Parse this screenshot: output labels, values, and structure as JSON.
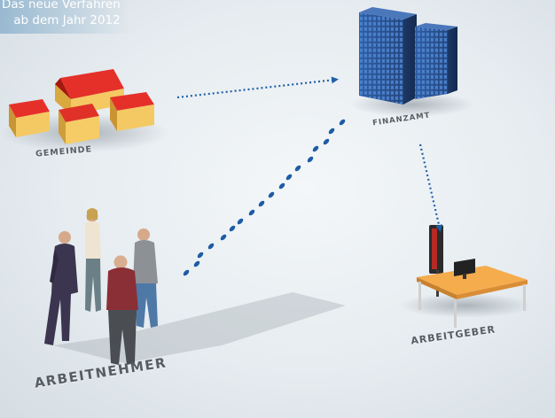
{
  "caption": {
    "line1": "Das neue Verfahren",
    "line2": "ab dem Jahr 2012"
  },
  "labels": {
    "gemeinde": "GEMEINDE",
    "finanzamt": "FINANZAMT",
    "arbeitgeber": "ARBEITGEBER",
    "arbeitnehmer": "ARBEITNEHMER"
  },
  "colors": {
    "arrow": "#1f5fa8",
    "footprints": "#1d5ba5",
    "roof": "#d9231d",
    "wall": "#f2c65a",
    "building": "#2a4f8f",
    "desk": "#f0a548"
  }
}
